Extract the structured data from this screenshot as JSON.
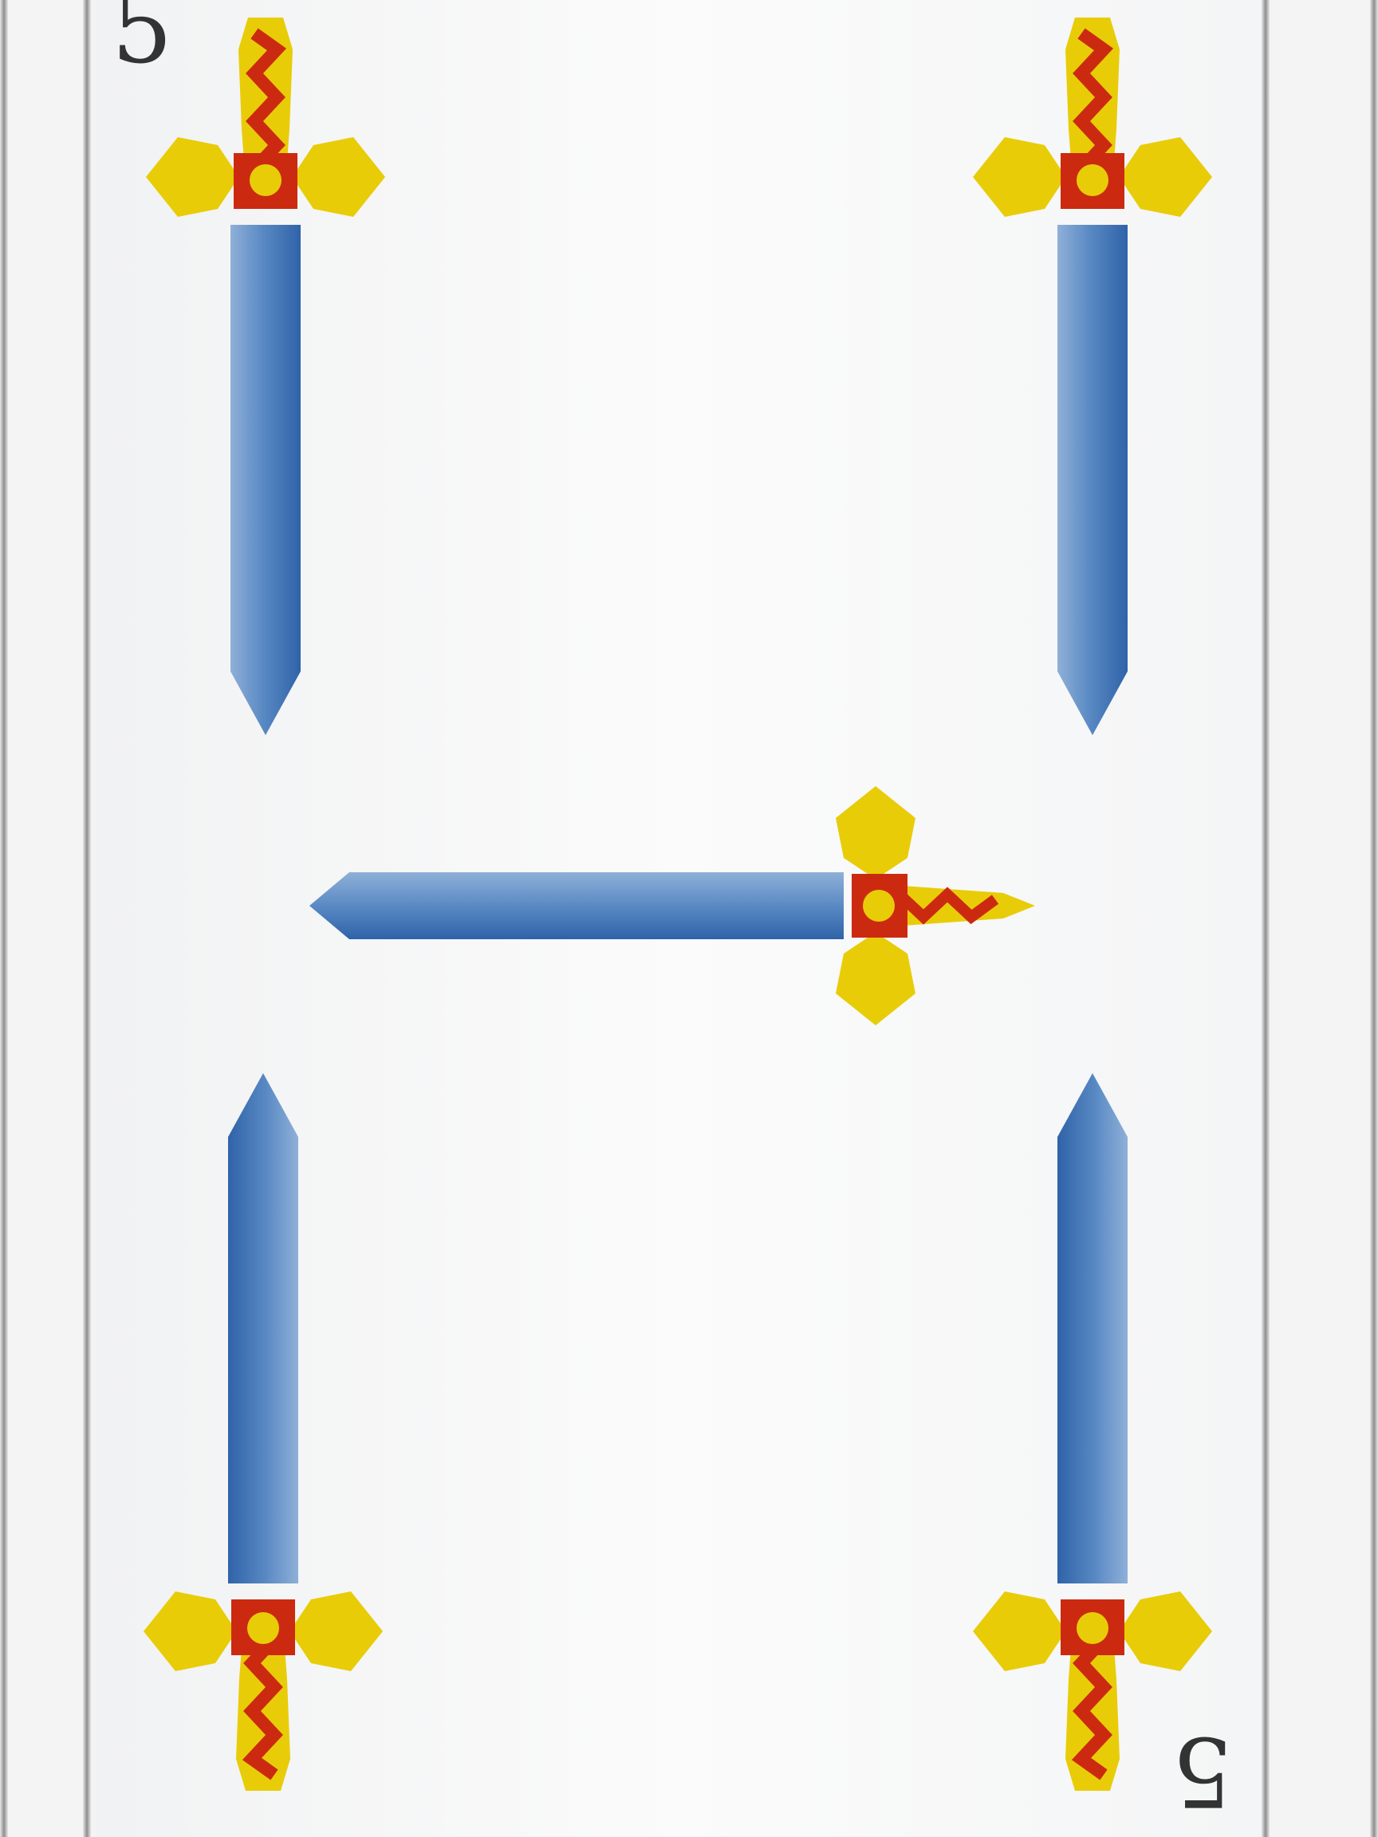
{
  "card": {
    "suit": "swords",
    "suit_icon": "sword-icon",
    "rank_index": "5",
    "pip_count": 5,
    "colors": {
      "blade": "#4f7fba",
      "hilt_gold": "#e8cc08",
      "hilt_red": "#cc2a10"
    }
  }
}
